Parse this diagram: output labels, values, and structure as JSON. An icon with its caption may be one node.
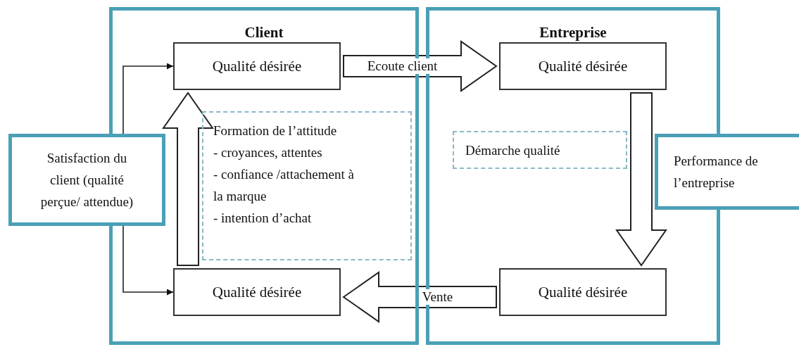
{
  "diagram": {
    "nodes": [
      {
        "text": [
          "Client"
        ]
      },
      {
        "text": [
          "Entreprise"
        ]
      },
      {
        "text": [
          "Qualité désirée"
        ],
        "in": 0
      },
      {
        "text": [
          "Qualité désirée"
        ],
        "in": 1
      },
      {
        "text": [
          "Formation de l’attitude",
          "- croyances, attentes",
          "- confiance /attachement à la marque",
          "- intention d’achat"
        ],
        "in": 0
      },
      {
        "text": [
          "Démarche qualité"
        ],
        "in": 1
      },
      {
        "text": [
          "Satisfaction du client (qualité perçue/ attendue)"
        ]
      },
      {
        "text": [
          "Performance de l’entreprise"
        ]
      },
      {
        "text": [
          "Qualité désirée"
        ],
        "in": 0
      },
      {
        "text": [
          "Qualité désirée"
        ],
        "in": 1
      }
    ],
    "edges": [
      {
        "from": 2,
        "to": 3,
        "arrow": "to",
        "label": "Ecoute client",
        "style": "thick"
      },
      {
        "from": 3,
        "to": 9,
        "arrow": "to",
        "style": "thick"
      },
      {
        "from": 9,
        "to": 8,
        "arrow": "to",
        "label": "Vente",
        "style": "thick"
      },
      {
        "from": 8,
        "to": 2,
        "arrow": "to",
        "style": "thick"
      },
      {
        "from": 6,
        "to": 2,
        "arrow": "to"
      },
      {
        "from": 6,
        "to": 8,
        "arrow": "to"
      }
    ]
  }
}
